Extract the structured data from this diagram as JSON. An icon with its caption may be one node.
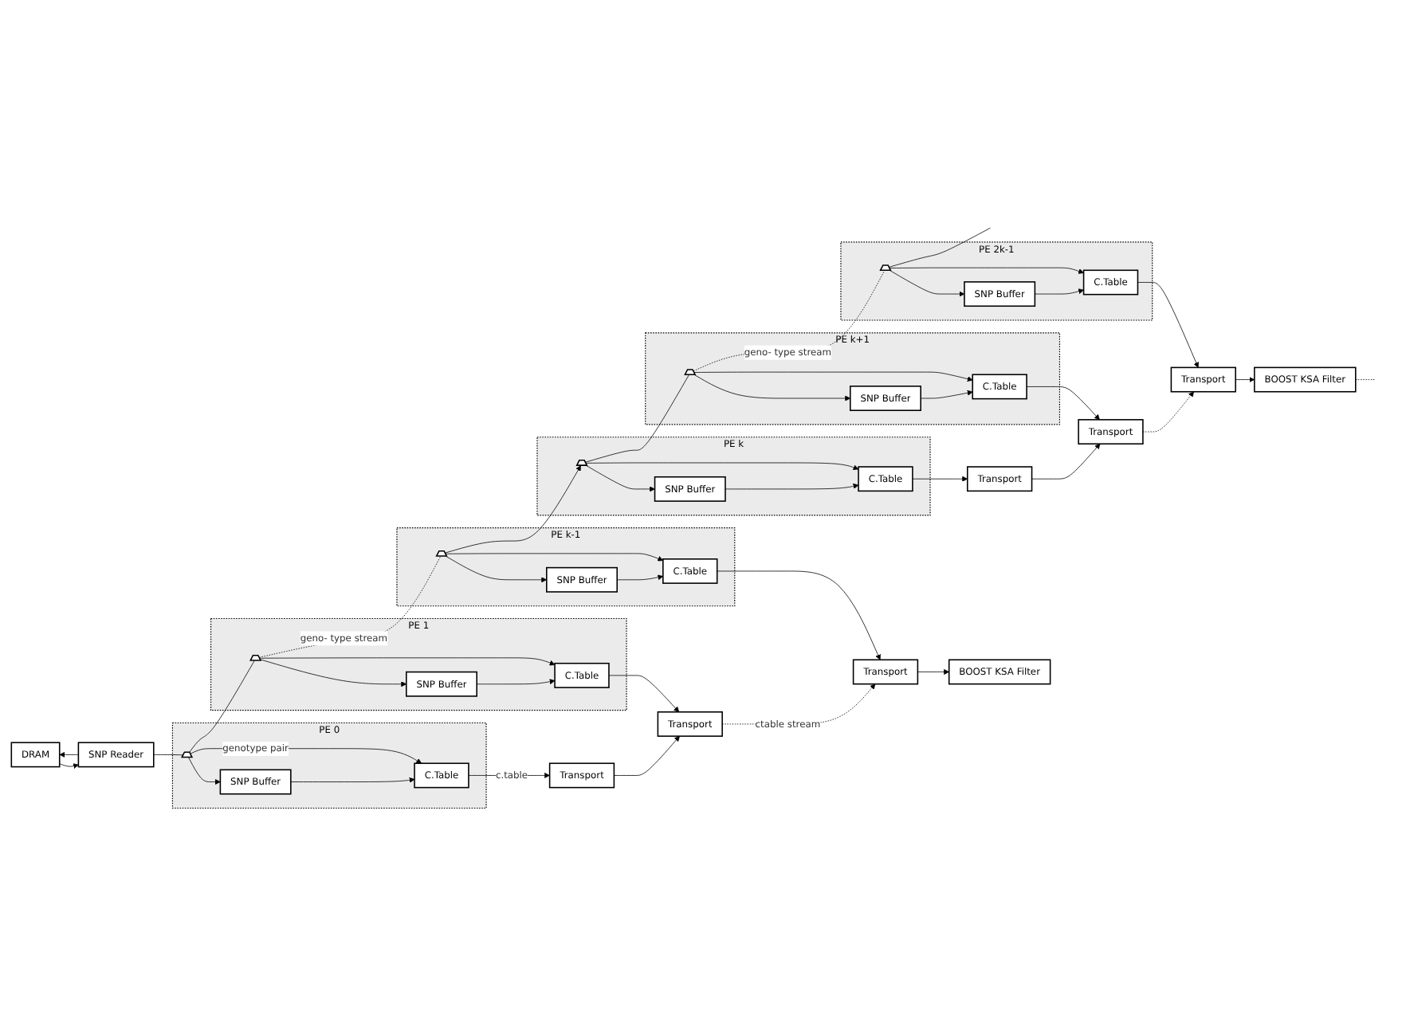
{
  "diagram": {
    "nodes": [
      {
        "text": [
          "DRAM"
        ]
      },
      {
        "text": [
          "SNP Reader"
        ]
      },
      {
        "text": [
          "PE 0"
        ]
      },
      {
        "text": [],
        "shape": "trapezoid",
        "in": 2
      },
      {
        "text": [
          "SNP Buffer"
        ],
        "in": 2
      },
      {
        "text": [
          "C.Table"
        ],
        "in": 2
      },
      {
        "text": [
          "PE 1"
        ]
      },
      {
        "text": [],
        "shape": "trapezoid",
        "in": 6
      },
      {
        "text": [
          "SNP Buffer"
        ],
        "in": 6
      },
      {
        "text": [
          "C.Table"
        ],
        "in": 6
      },
      {
        "text": [
          "PE k-1"
        ]
      },
      {
        "text": [],
        "shape": "trapezoid",
        "in": 10
      },
      {
        "text": [
          "SNP Buffer"
        ],
        "in": 10
      },
      {
        "text": [
          "C.Table"
        ],
        "in": 10
      },
      {
        "text": [
          "BOOST KSA Filter"
        ]
      },
      {
        "text": [
          "Transport"
        ]
      },
      {
        "text": [
          "Transport"
        ]
      },
      {
        "text": [
          "Transport"
        ]
      },
      {
        "text": [
          "PE k"
        ]
      },
      {
        "text": [],
        "shape": "trapezoid",
        "in": 18
      },
      {
        "text": [
          "SNP Buffer"
        ],
        "in": 18
      },
      {
        "text": [
          "C.Table"
        ],
        "in": 18
      },
      {
        "text": [
          "PE k+1"
        ]
      },
      {
        "text": [],
        "shape": "trapezoid",
        "in": 22
      },
      {
        "text": [
          "SNP Buffer"
        ],
        "in": 22
      },
      {
        "text": [
          "C.Table"
        ],
        "in": 22
      },
      {
        "text": [
          "PE 2k-1"
        ]
      },
      {
        "text": [],
        "shape": "trapezoid",
        "in": 26
      },
      {
        "text": [
          "SNP Buffer"
        ],
        "in": 26
      },
      {
        "text": [
          "C.Table"
        ],
        "in": 26
      },
      {
        "text": [
          "BOOST KSA Filter"
        ]
      },
      {
        "text": [
          "Transport"
        ]
      },
      {
        "text": [
          "Transport"
        ]
      },
      {
        "text": [
          "Transport"
        ]
      }
    ],
    "edges": [
      {
        "from": 0,
        "to": 1,
        "arrow": "to"
      },
      {
        "from": 1,
        "to": 0,
        "arrow": "to"
      },
      {
        "from": 1,
        "to": 3,
        "arrow": "none"
      },
      {
        "from": 3,
        "to": 4,
        "arrow": "to"
      },
      {
        "from": 4,
        "to": 5,
        "arrow": "to"
      },
      {
        "from": 3,
        "to": 5,
        "arrow": "to",
        "label": "genotype pair"
      },
      {
        "from": 5,
        "to": 15,
        "arrow": "to",
        "label": "c.table"
      },
      {
        "from": 3,
        "to": 7,
        "arrow": "none"
      },
      {
        "from": 7,
        "to": 8,
        "arrow": "to"
      },
      {
        "from": 8,
        "to": 9,
        "arrow": "to"
      },
      {
        "from": 7,
        "to": 9,
        "arrow": "to"
      },
      {
        "from": 9,
        "to": 16,
        "arrow": "to"
      },
      {
        "from": 7,
        "to": 11,
        "arrow": "none",
        "style": "dashed",
        "label": "geno- type stream"
      },
      {
        "from": 11,
        "to": 12,
        "arrow": "to"
      },
      {
        "from": 12,
        "to": 13,
        "arrow": "to"
      },
      {
        "from": 11,
        "to": 13,
        "arrow": "to"
      },
      {
        "from": 13,
        "to": 17,
        "arrow": "to"
      },
      {
        "from": 15,
        "to": 16,
        "arrow": "to"
      },
      {
        "from": 16,
        "to": 17,
        "arrow": "to",
        "style": "dashed",
        "label": "ctable stream"
      },
      {
        "from": 17,
        "to": 14,
        "arrow": "to"
      },
      {
        "from": 11,
        "to": 19,
        "arrow": "to"
      },
      {
        "from": 19,
        "to": 20,
        "arrow": "to"
      },
      {
        "from": 20,
        "to": 21,
        "arrow": "to"
      },
      {
        "from": 19,
        "to": 21,
        "arrow": "to"
      },
      {
        "from": 21,
        "to": 31,
        "arrow": "to"
      },
      {
        "from": 19,
        "to": 23,
        "arrow": "none"
      },
      {
        "from": 23,
        "to": 24,
        "arrow": "to"
      },
      {
        "from": 24,
        "to": 25,
        "arrow": "to"
      },
      {
        "from": 23,
        "to": 25,
        "arrow": "to"
      },
      {
        "from": 25,
        "to": 32,
        "arrow": "to"
      },
      {
        "from": 23,
        "to": 27,
        "arrow": "none",
        "style": "dashed",
        "label": "geno- type stream"
      },
      {
        "from": 27,
        "to": 28,
        "arrow": "to"
      },
      {
        "from": 28,
        "to": 29,
        "arrow": "to"
      },
      {
        "from": 27,
        "to": 29,
        "arrow": "to"
      },
      {
        "from": 29,
        "to": 33,
        "arrow": "to"
      },
      {
        "from": 31,
        "to": 32,
        "arrow": "to"
      },
      {
        "from": 32,
        "to": 33,
        "arrow": "to",
        "style": "dashed"
      },
      {
        "from": 33,
        "to": 30,
        "arrow": "to"
      },
      {
        "from": 27,
        "to": null,
        "arrow": "none"
      },
      {
        "from": 30,
        "to": null,
        "arrow": "none",
        "style": "dashed"
      }
    ]
  }
}
